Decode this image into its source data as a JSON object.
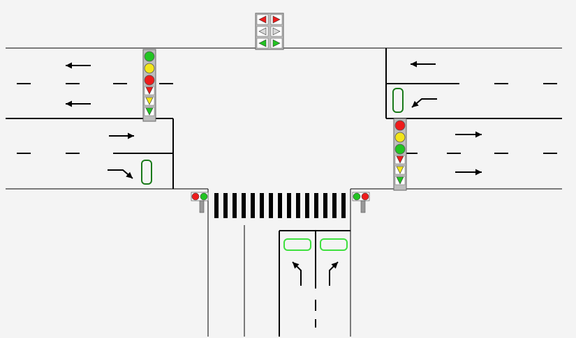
{
  "colors": {
    "background": "#f4f4f4",
    "road_line": "#000000",
    "light_red": "#ee1c1c",
    "light_yellow": "#f2e51a",
    "light_green": "#22c422",
    "light_off": "#d9d9d9",
    "detector_active": "#3fe03f",
    "detector_idle": "#1a7a1a",
    "housing": "#bdbdbd"
  },
  "layout": {
    "arrows": [
      {
        "name": "west-approach-arrow-upper",
        "direction": "left",
        "type": "straight"
      },
      {
        "name": "west-approach-arrow-lower",
        "direction": "left",
        "type": "straight"
      },
      {
        "name": "west-exit-arrow-straight",
        "direction": "right",
        "type": "straight"
      },
      {
        "name": "west-exit-arrow-right-turn",
        "direction": "right",
        "type": "turn-down-right"
      },
      {
        "name": "east-approach-arrow-straight",
        "direction": "left",
        "type": "straight"
      },
      {
        "name": "east-approach-arrow-left-turn",
        "direction": "left",
        "type": "turn-down-left"
      },
      {
        "name": "east-exit-arrow-upper",
        "direction": "right",
        "type": "straight"
      },
      {
        "name": "east-exit-arrow-lower",
        "direction": "right",
        "type": "straight"
      },
      {
        "name": "south-approach-arrow-left-turn",
        "direction": "up",
        "type": "turn-up-left"
      },
      {
        "name": "south-approach-arrow-right-turn",
        "direction": "up",
        "type": "turn-up-right"
      }
    ],
    "detectors": [
      {
        "name": "detector-west-right-turn",
        "state": "idle"
      },
      {
        "name": "detector-east-left-turn",
        "state": "idle"
      },
      {
        "name": "detector-south-left-lane",
        "state": "active"
      },
      {
        "name": "detector-south-right-lane",
        "state": "active"
      }
    ]
  },
  "signals": {
    "north_overhead": {
      "rows": [
        {
          "left": "red",
          "right": "red"
        },
        {
          "left": "off",
          "right": "off"
        },
        {
          "left": "green",
          "right": "green"
        }
      ]
    },
    "west_pole": {
      "main": [
        "green",
        "yellow",
        "red"
      ],
      "arrows": [
        "red",
        "yellow",
        "green"
      ]
    },
    "east_pole": {
      "main": [
        "red",
        "yellow",
        "green"
      ],
      "arrows": [
        "red",
        "yellow",
        "green"
      ]
    },
    "pedestrian_left": {
      "lamps": [
        "red",
        "green"
      ]
    },
    "pedestrian_right": {
      "lamps": [
        "green",
        "red"
      ]
    }
  }
}
